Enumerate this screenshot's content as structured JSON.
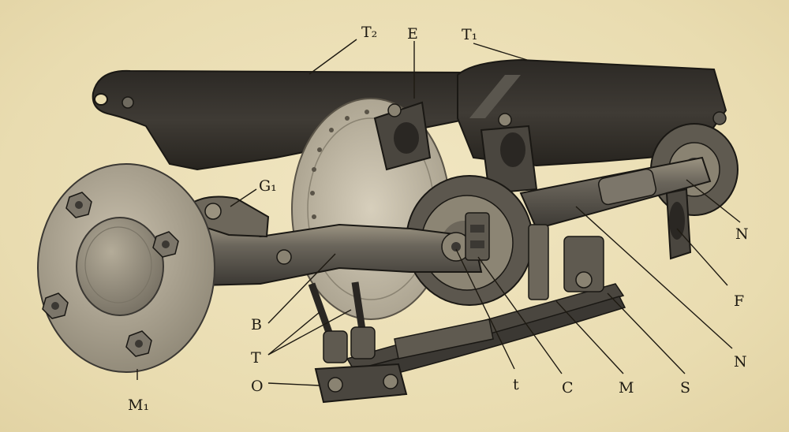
{
  "labels": {
    "T2": "T₂",
    "E": "E",
    "T1": "T₁",
    "G1": "G₁",
    "N_upper": "N",
    "F": "F",
    "N_lower": "N",
    "B": "B",
    "T": "T",
    "O": "O",
    "t": "t",
    "C": "C",
    "M": "M",
    "S": "S",
    "M1": "M₁"
  },
  "colors": {
    "paper": "#ece0b6",
    "metal_dark": "#3a3630",
    "metal_mid": "#6f6a5f",
    "metal_light": "#a59d8a",
    "ink": "#1e1a12"
  }
}
